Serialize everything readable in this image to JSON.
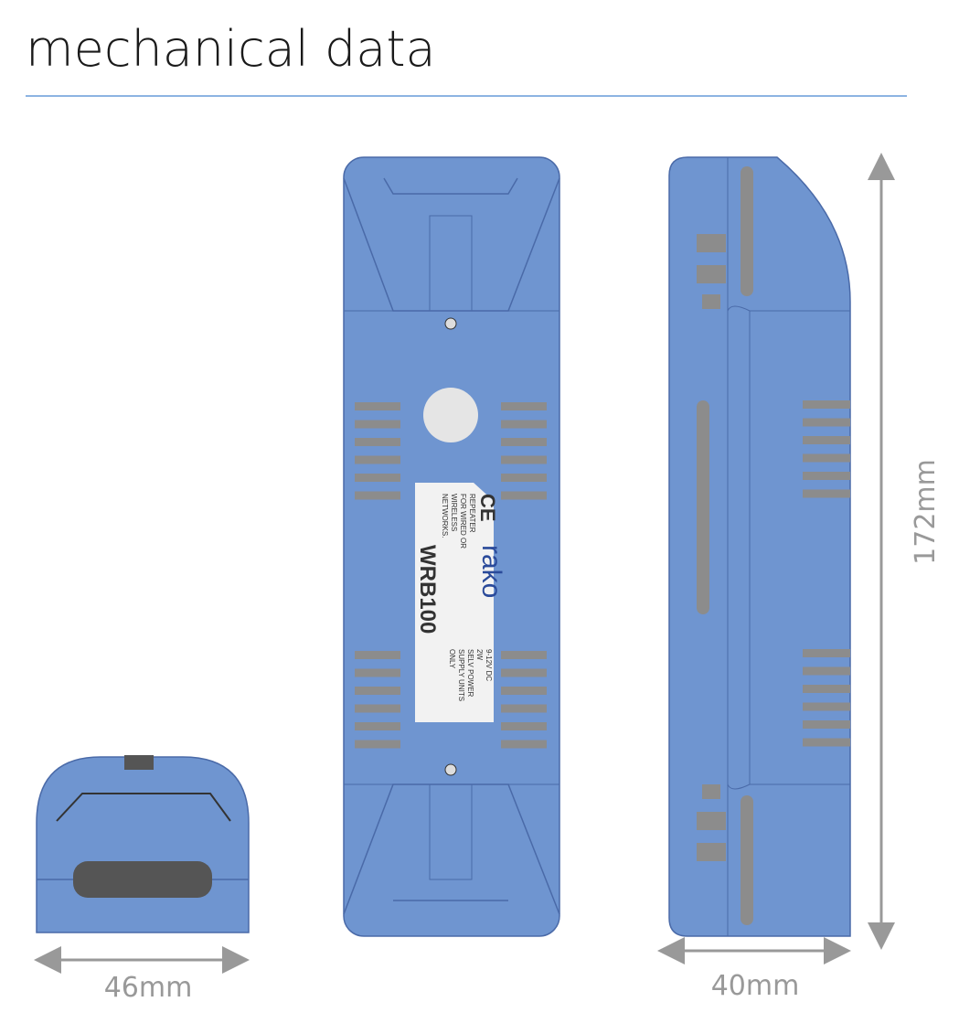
{
  "title": "mechanical data",
  "colors": {
    "body": "#6f95d0",
    "outline": "#4a6aa8",
    "slot": "#8c8c8c",
    "rule": "#8db4e2",
    "dimension": "#999999"
  },
  "dimensions": {
    "width": "46mm",
    "depth": "40mm",
    "height": "172mm"
  },
  "label": {
    "ce": "CE",
    "lines": [
      "REPEATER",
      "FOR WIRED OR",
      "WIRELESS",
      "NETWORKS."
    ],
    "brand": "rako",
    "model": "WRB100",
    "power": [
      "9-12V DC",
      "2W",
      "SELV POWER",
      "SUPPLY UNITS",
      "ONLY"
    ]
  }
}
